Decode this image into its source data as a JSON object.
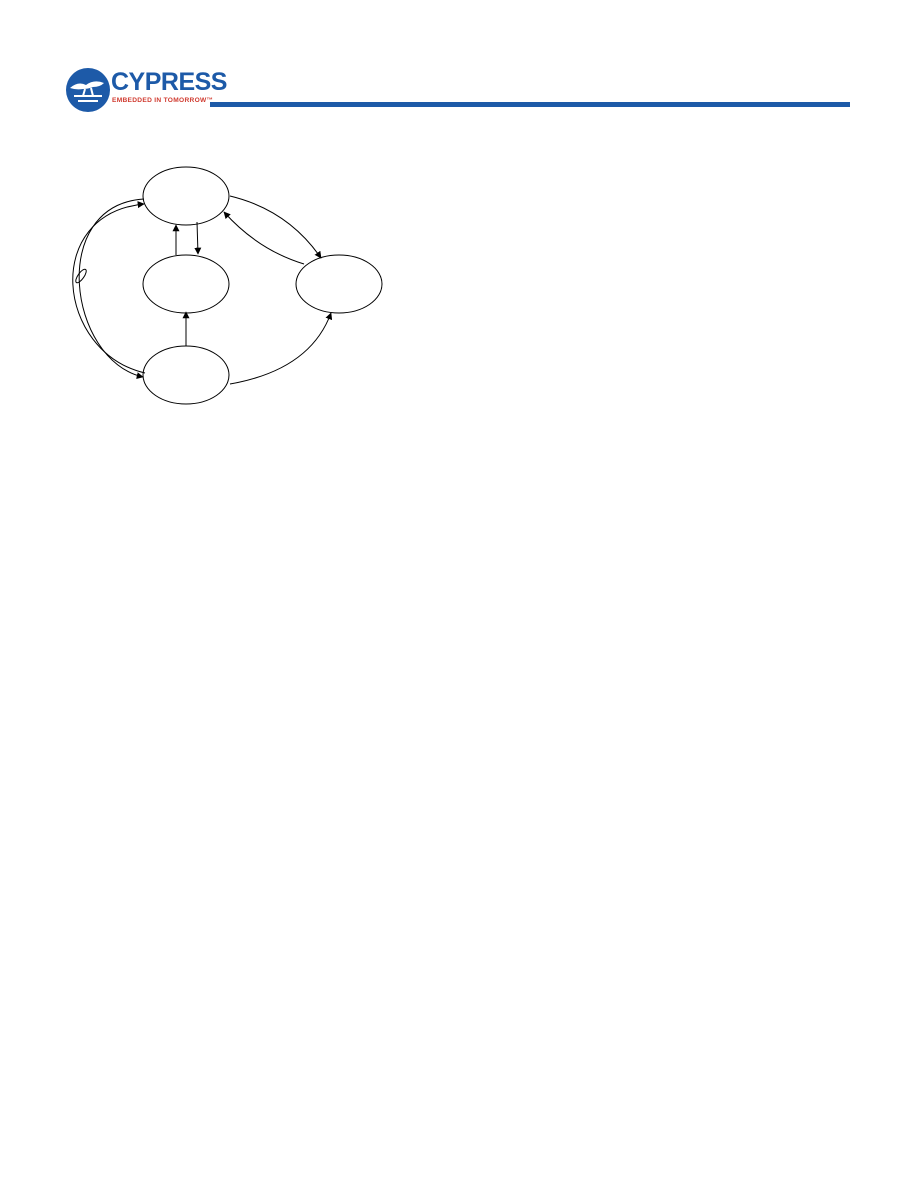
{
  "header": {
    "brand": "CYPRESS",
    "tagline": "EMBEDDED IN TOMORROW",
    "tagline_mark": "™",
    "brand_color": "#1d5aa8",
    "tagline_color": "#d03a2f"
  },
  "diagram": {
    "type": "state-diagram",
    "states": [
      {
        "id": "top",
        "label": ""
      },
      {
        "id": "middle",
        "label": ""
      },
      {
        "id": "right",
        "label": ""
      },
      {
        "id": "bottom",
        "label": ""
      }
    ],
    "transitions": [
      {
        "from": "top",
        "to": "right"
      },
      {
        "from": "right",
        "to": "top"
      },
      {
        "from": "middle",
        "to": "top"
      },
      {
        "from": "top",
        "to": "middle"
      },
      {
        "from": "bottom",
        "to": "middle"
      },
      {
        "from": "bottom",
        "to": "right"
      },
      {
        "from": "bottom",
        "to": "top"
      },
      {
        "from": "top",
        "to": "bottom"
      }
    ]
  }
}
